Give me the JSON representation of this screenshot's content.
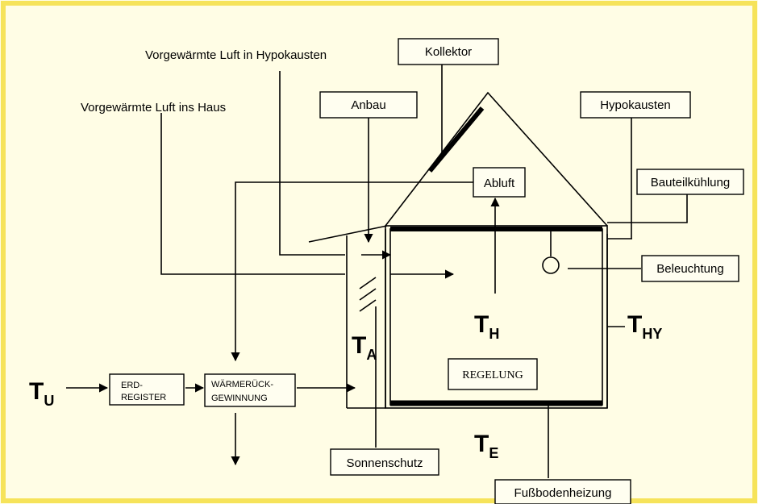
{
  "colors": {
    "background": "#fffde5",
    "border": "#f6e35a",
    "ink": "#000000"
  },
  "labels": {
    "air_to_hypocaust": "Vorgewärmte Luft in Hypokausten",
    "air_to_house": "Vorgewärmte Luft ins Haus",
    "collector": "Kollektor",
    "extension": "Anbau",
    "hypocaust": "Hypokausten",
    "exhaust": "Abluft",
    "component_cooling": "Bauteilkühlung",
    "lighting": "Beleuchtung",
    "control": "REGELUNG",
    "earth_register_1": "ERD-",
    "earth_register_2": "REGISTER",
    "heat_recovery_1": "WÄRMERÜCK-",
    "heat_recovery_2": "GEWINNUNG",
    "sun_protection": "Sonnenschutz",
    "floor_heating": "Fußbodenheizung"
  },
  "symbols": {
    "t_u": {
      "main": "T",
      "sub": "U"
    },
    "t_a": {
      "main": "T",
      "sub": "A"
    },
    "t_h": {
      "main": "T",
      "sub": "H"
    },
    "t_hy": {
      "main": "T",
      "sub": "HY"
    },
    "t_e": {
      "main": "T",
      "sub": "E"
    }
  }
}
